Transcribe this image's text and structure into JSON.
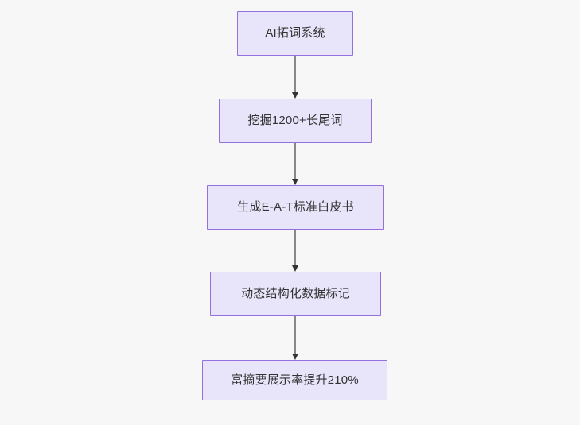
{
  "diagram": {
    "type": "flowchart",
    "orientation": "top-to-bottom",
    "background_color": "#f7f7f7",
    "node_fill_color": "#e8e4fa",
    "node_border_color": "#9370db",
    "node_text_color": "#333333",
    "connector_line_color": "#888888",
    "connector_arrow_color": "#333333",
    "nodes": [
      {
        "id": "n0",
        "label": "AI拓词系统"
      },
      {
        "id": "n1",
        "label": "挖掘1200+长尾词"
      },
      {
        "id": "n2",
        "label": "生成E-A-T标准白皮书"
      },
      {
        "id": "n3",
        "label": "动态结构化数据标记"
      },
      {
        "id": "n4",
        "label": "富摘要展示率提升210%"
      }
    ],
    "edges": [
      {
        "from": "n0",
        "to": "n1",
        "label": "",
        "arrow": "arrow-down-icon"
      },
      {
        "from": "n1",
        "to": "n2",
        "label": "",
        "arrow": "arrow-down-icon"
      },
      {
        "from": "n2",
        "to": "n3",
        "label": "",
        "arrow": "arrow-down-icon"
      },
      {
        "from": "n3",
        "to": "n4",
        "label": "",
        "arrow": "arrow-down-icon"
      }
    ]
  }
}
